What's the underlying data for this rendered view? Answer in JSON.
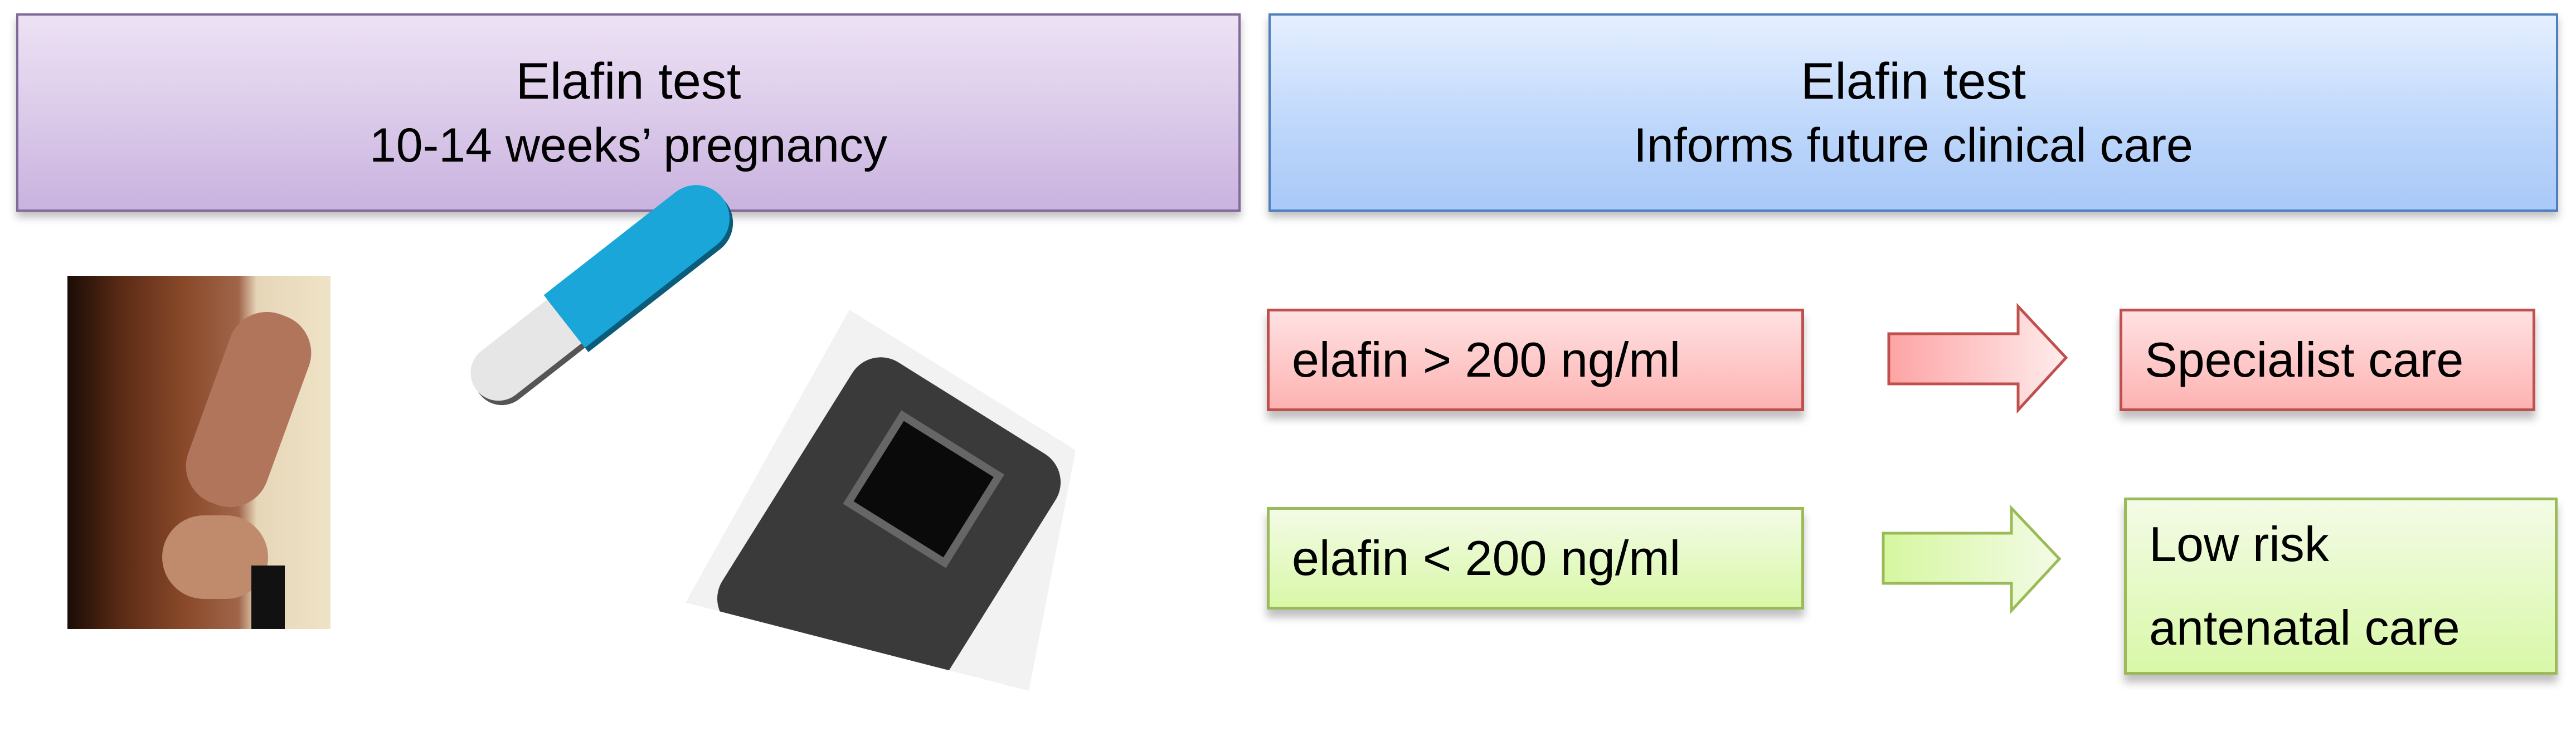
{
  "header_left": {
    "title": "Elafin test",
    "subtitle": "10-14 weeks’ pregnancy"
  },
  "header_right": {
    "title": "Elafin test",
    "subtitle": "Informs future clinical care"
  },
  "rows": [
    {
      "condition": "elafin > 200 ng/ml",
      "outcome_lines": [
        "Specialist care"
      ],
      "color": "#c0504d"
    },
    {
      "condition": "elafin < 200 ng/ml",
      "outcome_lines": [
        "Low risk",
        "antenatal care"
      ],
      "color": "#9bbb59"
    }
  ]
}
